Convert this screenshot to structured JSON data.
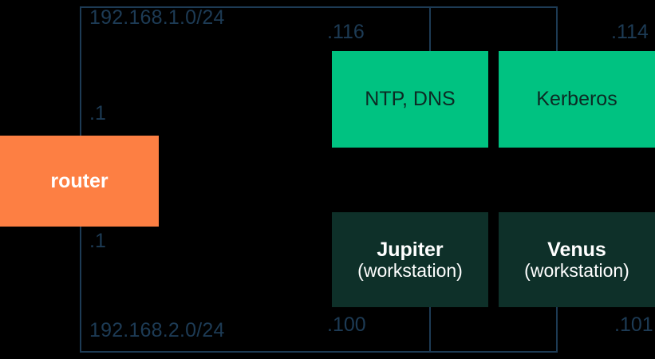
{
  "diagram": {
    "title": "network-topology",
    "colors": {
      "background": "#000000",
      "line": "#1d3b55",
      "router": "#fd7f43",
      "service": "#00c281",
      "workstation": "#0e3029",
      "label_text": "#1d3b55",
      "router_text": "#ffffff",
      "service_text": "#0c2a24",
      "workstation_text": "#ffffff"
    },
    "subnets": [
      {
        "id": "subnet-upper",
        "label": "192.168.1.0/24"
      },
      {
        "id": "subnet-lower",
        "label": "192.168.2.0/24"
      }
    ],
    "router": {
      "label": "router",
      "upper_octet": ".1",
      "lower_octet": ".1"
    },
    "nodes": [
      {
        "id": "ntp-dns",
        "label": "NTP, DNS",
        "sub": "",
        "octet": ".116",
        "subnet": "192.168.1.0/24"
      },
      {
        "id": "kerberos",
        "label": "Kerberos",
        "sub": "",
        "octet": ".114",
        "subnet": "192.168.1.0/24"
      },
      {
        "id": "jupiter",
        "label": "Jupiter",
        "sub": "(workstation)",
        "octet": ".100",
        "subnet": "192.168.2.0/24"
      },
      {
        "id": "venus",
        "label": "Venus",
        "sub": "(workstation)",
        "octet": ".101",
        "subnet": "192.168.2.0/24"
      }
    ]
  }
}
